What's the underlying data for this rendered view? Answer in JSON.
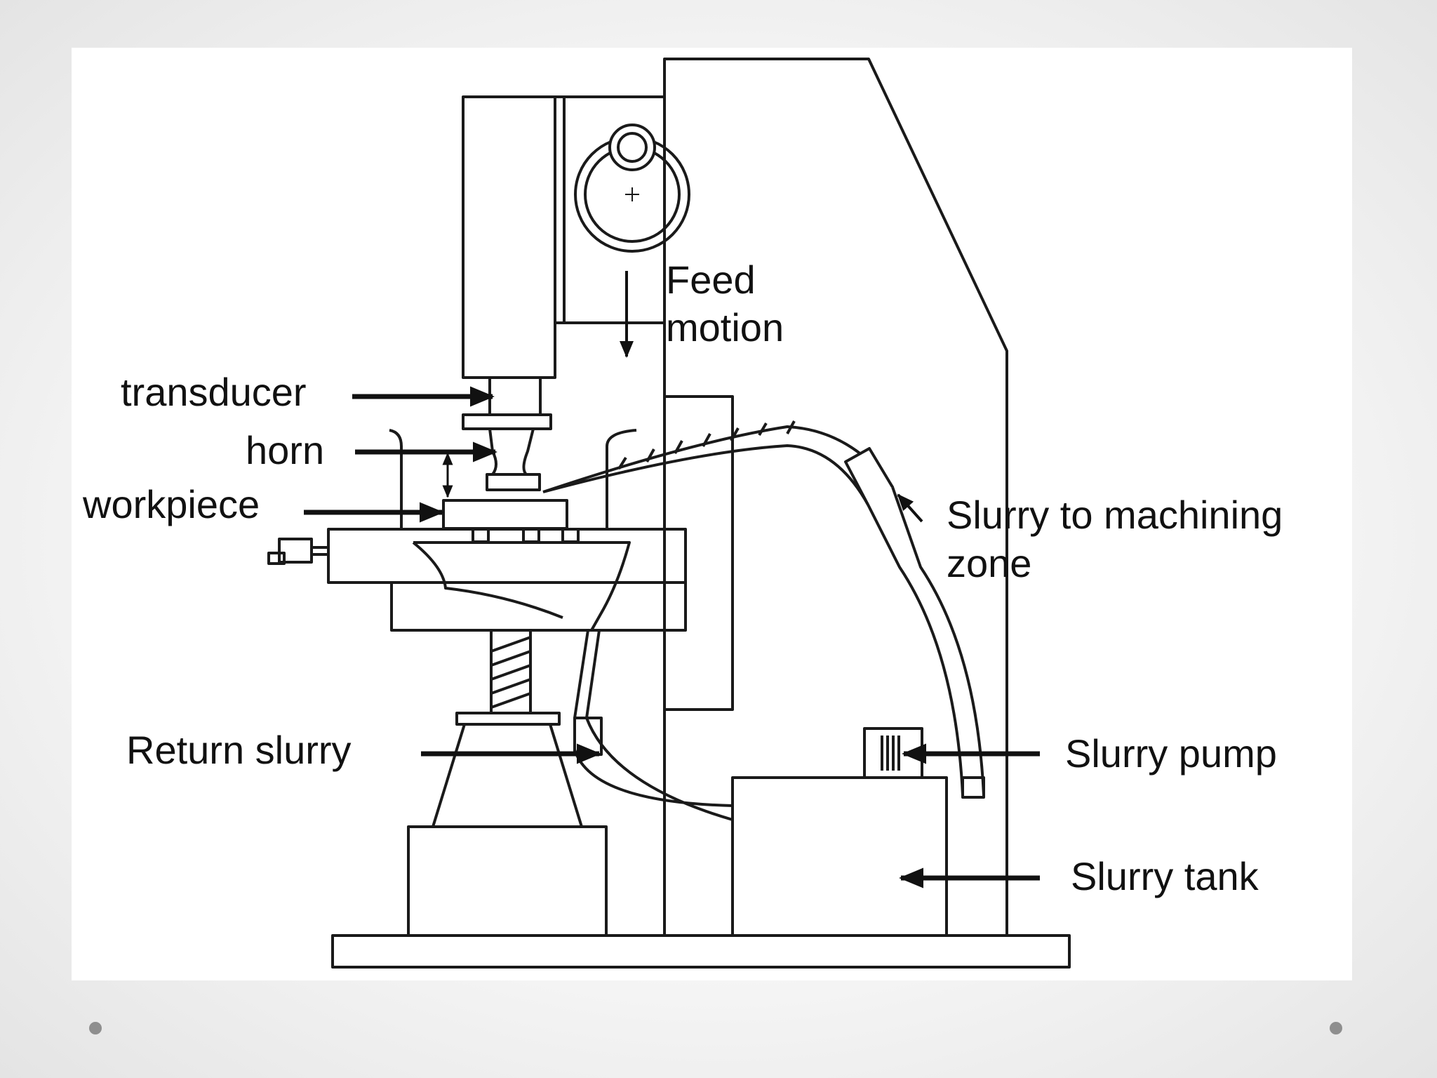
{
  "diagram": {
    "labels": {
      "feed_line1": "Feed",
      "feed_line2": "motion",
      "transducer": "transducer",
      "horn": "horn",
      "workpiece": "workpiece",
      "slurry_zone_line1": "Slurry to machining",
      "slurry_zone_line2": "zone",
      "return_slurry": "Return slurry",
      "slurry_pump": "Slurry pump",
      "slurry_tank": "Slurry tank"
    }
  },
  "colors": {
    "line": "#1a1a1a",
    "bullet": "#8e8e8e"
  },
  "slide": {
    "bullets": [
      "left-dot",
      "right-dot"
    ]
  }
}
